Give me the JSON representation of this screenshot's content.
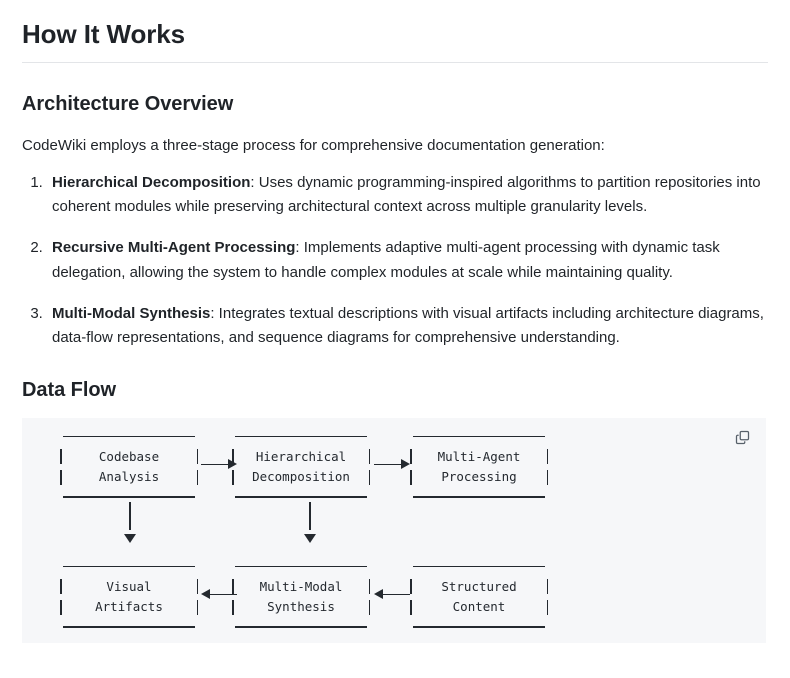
{
  "page": {
    "title": "How It Works"
  },
  "architecture": {
    "heading": "Architecture Overview",
    "intro": "CodeWiki employs a three-stage process for comprehensive documentation generation:",
    "steps": [
      {
        "term": "Hierarchical Decomposition",
        "text": ": Uses dynamic programming-inspired algorithms to partition repositories into coherent modules while preserving architectural context across multiple granularity levels."
      },
      {
        "term": "Recursive Multi-Agent Processing",
        "text": ": Implements adaptive multi-agent processing with dynamic task delegation, allowing the system to handle complex modules at scale while maintaining quality."
      },
      {
        "term": "Multi-Modal Synthesis",
        "text": ": Integrates textual descriptions with visual artifacts including architecture diagrams, data-flow representations, and sequence diagrams for comprehensive understanding."
      }
    ]
  },
  "dataflow": {
    "heading": "Data Flow",
    "copy_icon": "copy-icon",
    "nodes": {
      "codebase_analysis": {
        "line1": "Codebase",
        "line2": "Analysis"
      },
      "hierarchical_decomposition": {
        "line1": "Hierarchical",
        "line2": "Decomposition"
      },
      "multi_agent_processing": {
        "line1": "Multi-Agent",
        "line2": "Processing"
      },
      "visual_artifacts": {
        "line1": "Visual",
        "line2": "Artifacts"
      },
      "multi_modal_synthesis": {
        "line1": "Multi-Modal",
        "line2": "Synthesis"
      },
      "structured_content": {
        "line1": "Structured",
        "line2": "Content"
      }
    }
  }
}
